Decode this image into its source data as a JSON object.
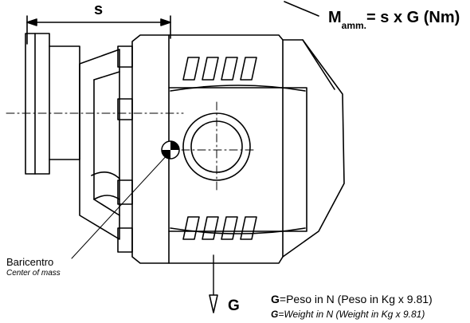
{
  "dimension_label": "s",
  "formula": {
    "M": "M",
    "subscript": "amm.",
    "rest": "= s x G (Nm)"
  },
  "center_of_mass": {
    "label_it": "Baricentro",
    "label_en": "Center of mass"
  },
  "force_label": "G",
  "weight_note": {
    "it_symbol": "G",
    "it_text": "=Peso in N (Peso in Kg x 9.81)",
    "en_symbol": "G",
    "en_text": "=Weight in N (Weight in Kg x 9.81)"
  }
}
